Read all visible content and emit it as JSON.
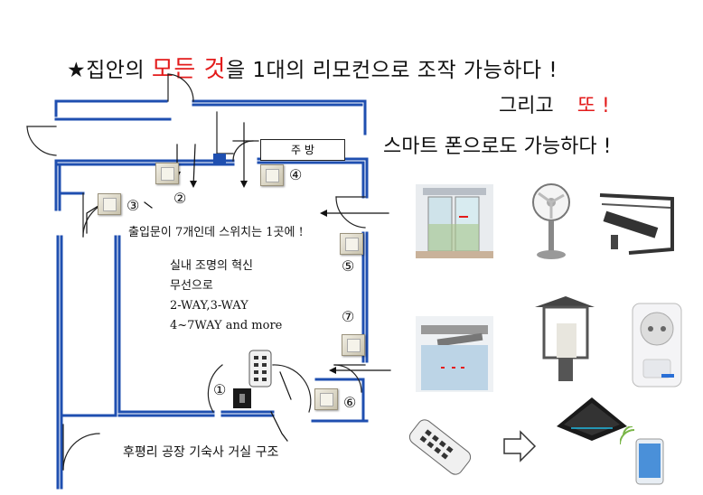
{
  "headline": {
    "star": "★",
    "part1": "집안의 ",
    "highlight": "모든 것",
    "part2": "을 1대의 리모컨으로 조작 가능하다 !"
  },
  "line2": {
    "text": "그리고",
    "highlight": "또 !"
  },
  "line3": "스마트 폰으로도 가능하다 !",
  "plan": {
    "kitchen_label": "주 방",
    "door_note": "출입문이 7개인데 스위치는 1곳에 !",
    "info_lines": [
      "실내 조명의 혁신",
      "무선으로",
      "2-WAY,3-WAY",
      "4~7WAY and more"
    ],
    "caption": "후평리 공장 기숙사 거실 구조",
    "markers": [
      "①",
      "②",
      "③",
      "④",
      "⑤",
      "⑥",
      "⑦"
    ]
  },
  "colors": {
    "wall": "#1f4fb0",
    "accent": "#e31b1b"
  },
  "devices": [
    {
      "name": "sliding-door"
    },
    {
      "name": "electric-fan"
    },
    {
      "name": "window-opener"
    },
    {
      "name": "door-closer"
    },
    {
      "name": "garden-lamp"
    },
    {
      "name": "smart-plug"
    },
    {
      "name": "remote-control"
    },
    {
      "name": "ir-hub"
    },
    {
      "name": "smartphone"
    }
  ]
}
